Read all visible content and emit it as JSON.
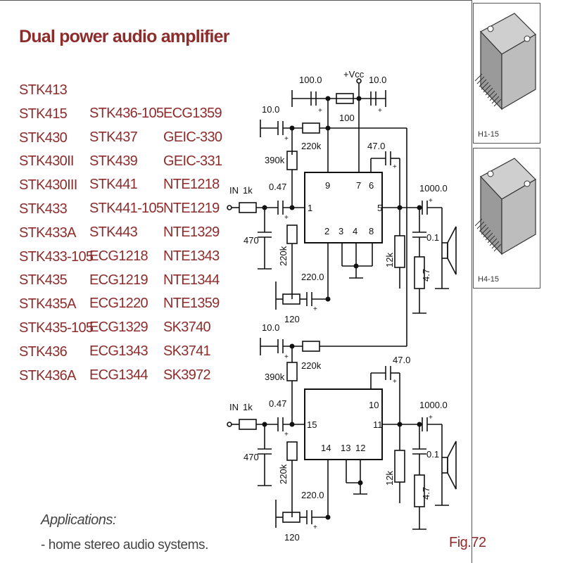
{
  "title": "Dual power audio amplifier",
  "parts": {
    "col1": [
      "STK413",
      "STK415",
      "STK430",
      "STK430II",
      "STK430III",
      "STK433",
      "STK433A",
      "STK433-105",
      "STK435",
      "STK435A",
      "STK435-105",
      "STK436",
      "STK436A"
    ],
    "col2": [
      "STK436-105",
      "STK437",
      "STK439",
      "STK441",
      "STK441-105",
      "STK443",
      "ECG1218",
      "ECG1219",
      "ECG1220",
      "ECG1329",
      "ECG1343",
      "ECG1344"
    ],
    "col3": [
      "ECG1359",
      "GEIC-330",
      "GEIC-331",
      "NTE1218",
      "NTE1219",
      "NTE1329",
      "NTE1343",
      "NTE1344",
      "NTE1359",
      "SK3740",
      "SK3741",
      "SK3972"
    ]
  },
  "applications": {
    "heading": "Applications:",
    "items": [
      "- home stereo audio systems."
    ]
  },
  "figure_label": "Fig.72",
  "packages": [
    {
      "label": "H1-15"
    },
    {
      "label": "H4-15"
    }
  ],
  "schematic": {
    "vcc": "+Vcc",
    "in": "IN",
    "values": {
      "c_supply": "100.0",
      "r_supply": "100",
      "c_supply2": "10.0",
      "c_top": "10.0",
      "r_220k": "220k",
      "r_390k": "390k",
      "c_boot": "47.0",
      "c_in": "0.47",
      "r_in": "1k",
      "c_out": "1000.0",
      "r_470": "470",
      "r_220k_v": "220k",
      "c_fb": "220.0",
      "r_120": "120",
      "r_12k": "12k",
      "c_01": "0.1",
      "r_47": "4.7"
    },
    "pins_top": [
      "9",
      "7",
      "6",
      "1",
      "5",
      "2",
      "3",
      "4",
      "8"
    ],
    "pins_bottom": [
      "10",
      "15",
      "11",
      "14",
      "13",
      "12"
    ]
  }
}
